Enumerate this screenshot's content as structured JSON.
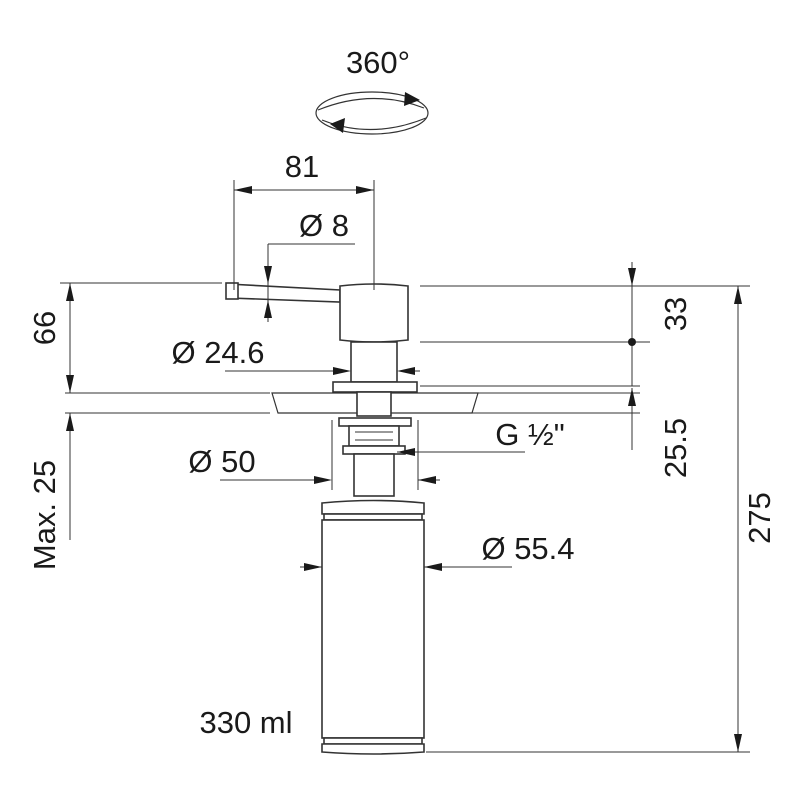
{
  "labels": {
    "rotation": "360°",
    "spout_length": "81",
    "spout_diameter": "Ø 8",
    "top_height": "66",
    "stem_diameter": "Ø 24.6",
    "head_height": "33",
    "thread": "G ½\"",
    "hole_diameter": "Ø 50",
    "worktop_thickness": "Max. 25",
    "nut_height": "25.5",
    "bottle_diameter": "Ø 55.4",
    "total_height": "275",
    "volume": "330 ml"
  }
}
